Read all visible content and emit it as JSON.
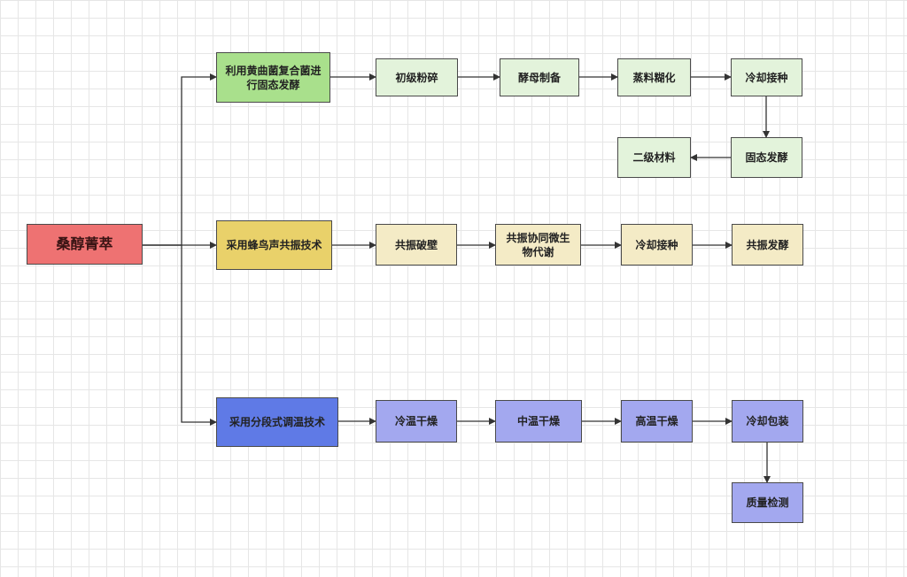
{
  "root": {
    "label": "桑醇菁萃",
    "color": "#ee7272"
  },
  "branches": [
    {
      "category": {
        "label": "利用黄曲菌复合菌进行固态发酵",
        "color": "#a9e08c"
      },
      "step_color": "#e3f3db",
      "steps": [
        "初级粉碎",
        "酵母制备",
        "蒸料糊化",
        "冷却接种",
        "固态发酵",
        "二级材料"
      ]
    },
    {
      "category": {
        "label": "采用蜂鸟声共振技术",
        "color": "#e9d16a"
      },
      "step_color": "#f4ebc6",
      "steps": [
        "共振破壁",
        "共振协同微生物代谢",
        "冷却接种",
        "共振发酵"
      ]
    },
    {
      "category": {
        "label": "采用分段式调温技术",
        "color": "#5f7ae6"
      },
      "step_color": "#a3a8ef",
      "steps": [
        "冷温干燥",
        "中温干燥",
        "高温干燥",
        "冷却包装",
        "质量检测"
      ]
    }
  ],
  "colors": {
    "edge": "#333333",
    "border": "#4a4a4a"
  }
}
